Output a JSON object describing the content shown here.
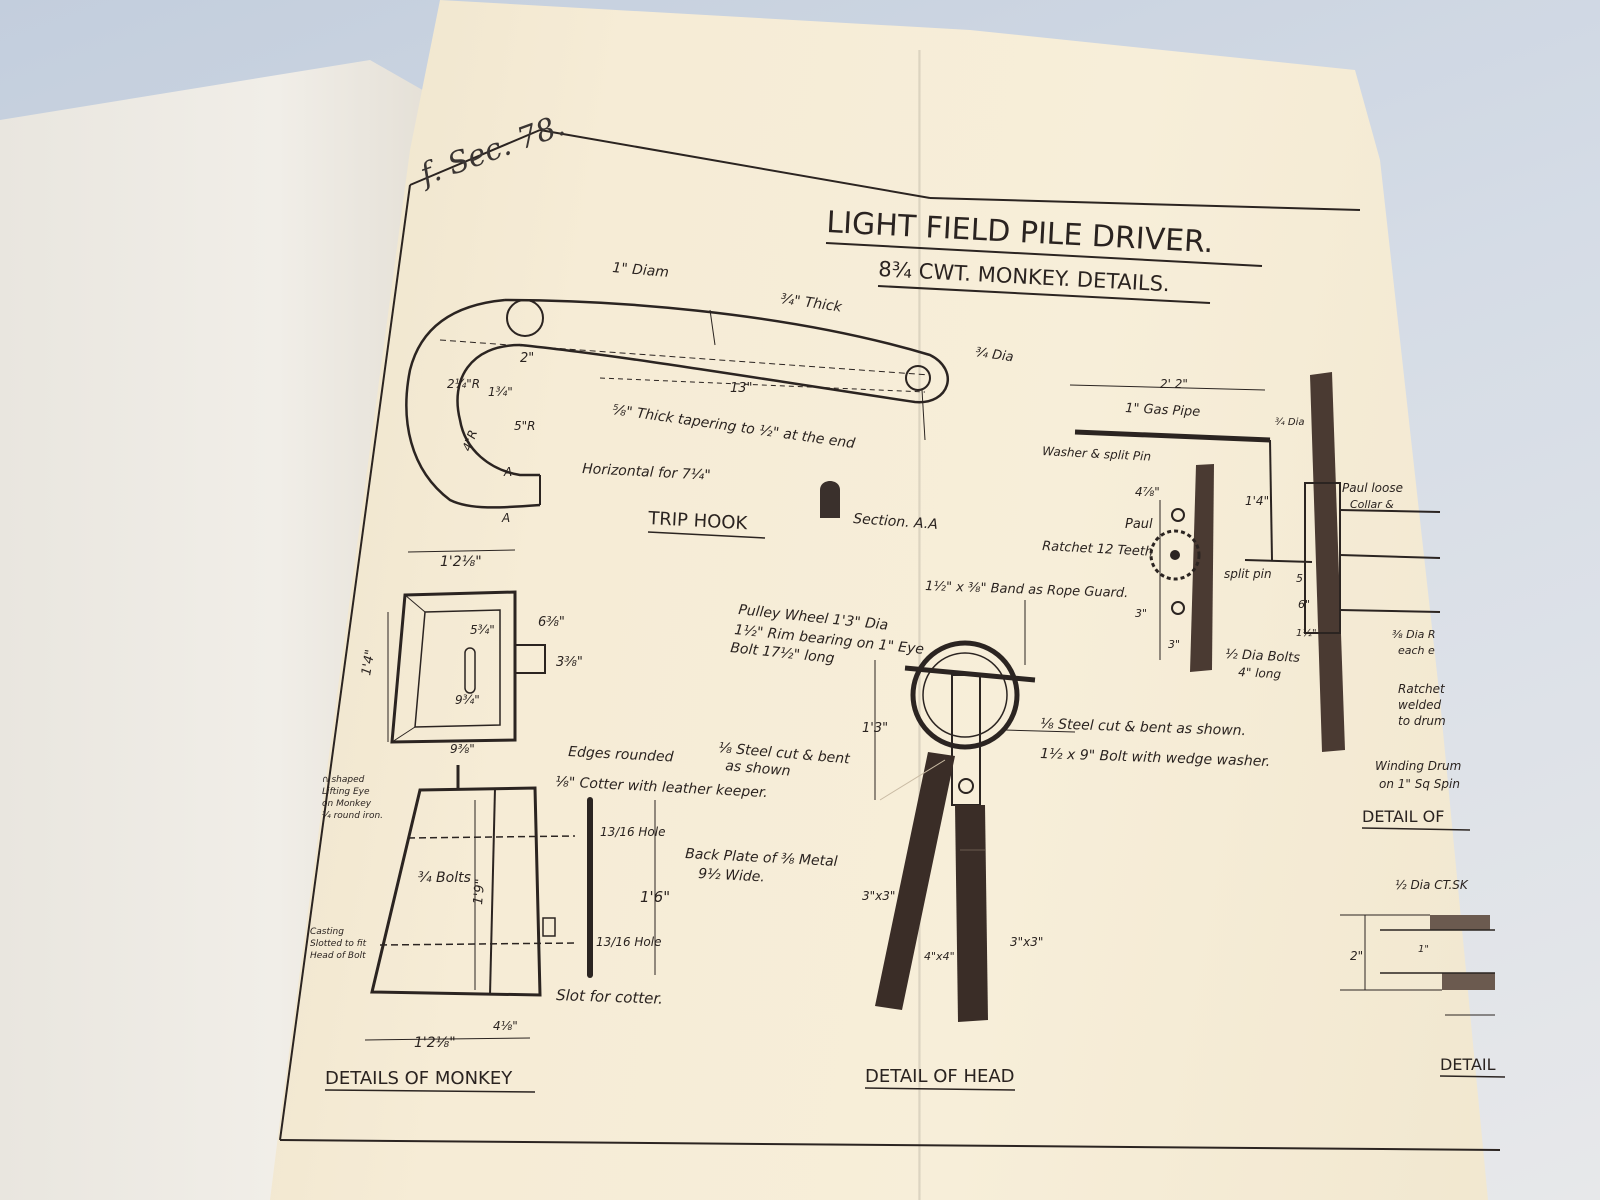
{
  "header": {
    "section_ref": "f. Sec. 78."
  },
  "title": {
    "main": "LIGHT FIELD PILE DRIVER.",
    "sub": "8¾ CWT. MONKEY. DETAILS."
  },
  "trip_hook": {
    "caption": "TRIP HOOK",
    "labels": {
      "diam": "1\" Diam",
      "thick": "¾\" Thick",
      "dia": "¾ Dia",
      "two": "2\"",
      "rad_a": "2¼\"R",
      "rad_b": "1¾\"",
      "thirteen": "13\"",
      "tapering": "⅝\" Thick tapering to ½\" at the end",
      "five_r": "5\"R",
      "four_r": "4\"R",
      "horizontal": "Horizontal for 7¼\"",
      "a_top": "A",
      "a_bottom": "A",
      "section": "Section. A.A"
    }
  },
  "monkey": {
    "caption": "DETAILS OF MONKEY",
    "labels": {
      "top_width": "1'2⅛\"",
      "w_5": "5¾\"",
      "w_6": "6⅜\"",
      "h_14": "1'4\"",
      "w_3": "3⅜\"",
      "w_9a": "9¾\"",
      "w_9b": "9⅜\"",
      "edges": "Edges rounded",
      "cotter": "⅛\" Cotter with leather keeper.",
      "hole_top": "13/16 Hole",
      "hole_bottom": "13/16 Hole",
      "back_plate_1": "Back Plate of ⅜ Metal",
      "back_plate_2": "9½ Wide.",
      "h_16": "1'6\"",
      "h_19": "1'9\"",
      "bolts": "¾ Bolts",
      "slot": "Slot for cotter.",
      "bottom_width": "1'2⅛\"",
      "w_4": "4⅛\"",
      "side_1": "∩ shaped",
      "side_2": "Lifting Eye",
      "side_3": "on Monkey",
      "side_4": "¾ round iron.",
      "cast_1": "Casting",
      "cast_2": "Slotted to fit",
      "cast_3": "Head of Bolt"
    }
  },
  "head": {
    "caption": "DETAIL OF HEAD",
    "labels": {
      "band": "1½\" x ⅜\" Band as Rope Guard.",
      "pulley_1": "Pulley Wheel 1'3\" Dia",
      "pulley_2": "1½\" Rim bearing on 1\" Eye",
      "pulley_3": "Bolt 17½\" long",
      "h_13": "1'3\"",
      "steel_1": "⅛ Steel cut & bent",
      "steel_2": "as shown",
      "steel_r": "⅛ Steel cut & bent as shown.",
      "bolt": "1½ x 9\" Bolt with wedge washer.",
      "post_a": "3\"x3\"",
      "post_b": "4\"x4\"",
      "post_c": "3\"x3\""
    }
  },
  "winch": {
    "caption": "DETAIL OF",
    "labels": {
      "w_22": "2' 2\"",
      "gas_pipe": "1\" Gas Pipe",
      "dia_r": "¾ Dia",
      "washer": "Washer & split Pin",
      "paul_loose": "Paul loose",
      "collar": "Collar &",
      "h_4a": "4⅞\"",
      "paul": "Paul",
      "h_14": "1'4\"",
      "ratchet": "Ratchet 12 Teeth",
      "split_pin": "split pin",
      "five": "5",
      "six": "6\"",
      "three_a": "3\"",
      "three_b": "3\"",
      "one_half": "1½\"",
      "dia_bolts_1": "½ Dia Bolts",
      "dia_bolts_2": "4\" long",
      "dia_r2": "⅜ Dia R",
      "each": "each e",
      "ratchet_w1": "Ratchet",
      "ratchet_w2": "welded",
      "ratchet_w3": "to drum",
      "drum_1": "Winding Drum",
      "drum_2": "on 1\" Sq Spin"
    }
  },
  "lower_right": {
    "caption": "DETAIL",
    "labels": {
      "dia": "½ Dia CT.SK",
      "two": "2\"",
      "one": "1\""
    }
  }
}
